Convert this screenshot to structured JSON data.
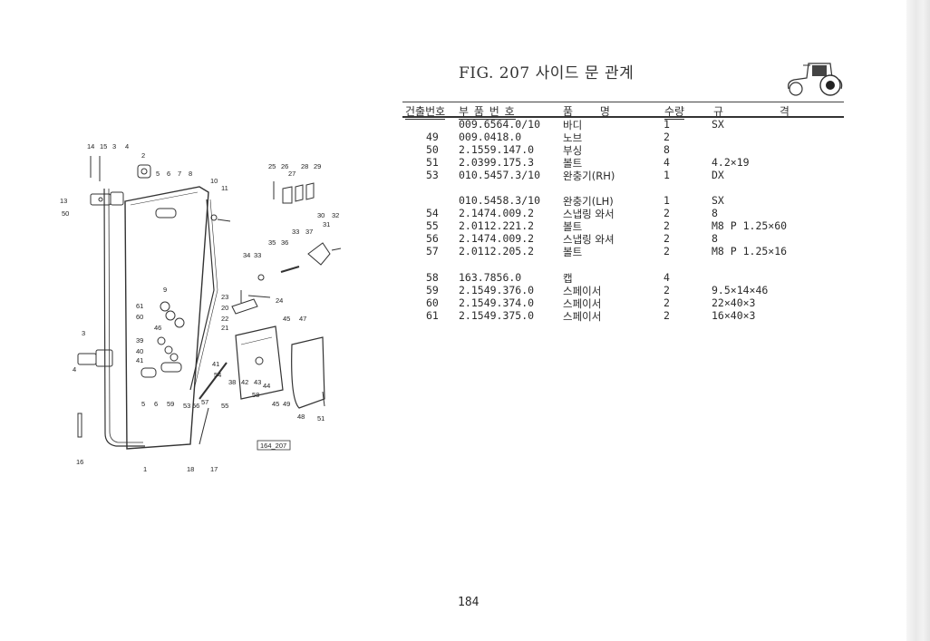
{
  "header": {
    "title": "FIG. 207 사이드 문 관계"
  },
  "table": {
    "columns": {
      "ref": "건출번호",
      "part": "부 품 번 호",
      "name": "품 명",
      "qty": "수량",
      "spec": "규 격"
    },
    "rows": [
      {
        "ref": "",
        "part": "009.6564.0/10",
        "name": "바디",
        "qty": "1",
        "spec": "SX"
      },
      {
        "ref": "49",
        "part": "009.0418.0",
        "name": "노브",
        "qty": "2",
        "spec": ""
      },
      {
        "ref": "50",
        "part": "2.1559.147.0",
        "name": "부싱",
        "qty": "8",
        "spec": ""
      },
      {
        "ref": "51",
        "part": "2.0399.175.3",
        "name": "볼트",
        "qty": "4",
        "spec": "4.2×19"
      },
      {
        "ref": "53",
        "part": "010.5457.3/10",
        "name": "완충기(RH)",
        "qty": "1",
        "spec": "DX"
      },
      {
        "ref": "",
        "part": "010.5458.3/10",
        "name": "완충기(LH)",
        "qty": "1",
        "spec": "SX"
      },
      {
        "ref": "54",
        "part": "2.1474.009.2",
        "name": "스냅링 와서",
        "qty": "2",
        "spec": "8"
      },
      {
        "ref": "55",
        "part": "2.0112.221.2",
        "name": "볼트",
        "qty": "2",
        "spec": "M8 P 1.25×60"
      },
      {
        "ref": "56",
        "part": "2.1474.009.2",
        "name": "스냅링 와셔",
        "qty": "2",
        "spec": "8"
      },
      {
        "ref": "57",
        "part": "2.0112.205.2",
        "name": "볼트",
        "qty": "2",
        "spec": "M8 P 1.25×16"
      },
      {
        "ref": "58",
        "part": "163.7856.0",
        "name": "캡",
        "qty": "4",
        "spec": ""
      },
      {
        "ref": "59",
        "part": "2.1549.376.0",
        "name": "스페이서",
        "qty": "2",
        "spec": "9.5×14×46"
      },
      {
        "ref": "60",
        "part": "2.1549.374.0",
        "name": "스페이서",
        "qty": "2",
        "spec": "22×40×3"
      },
      {
        "ref": "61",
        "part": "2.1549.375.0",
        "name": "스페이서",
        "qty": "2",
        "spec": "16×40×3"
      }
    ]
  },
  "diagram": {
    "code": "164_207",
    "callouts": [
      "14",
      "15",
      "3",
      "4",
      "2",
      "5",
      "6",
      "7",
      "8",
      "10",
      "11",
      "13",
      "50",
      "25",
      "26",
      "27",
      "28",
      "29",
      "30",
      "32",
      "31",
      "33",
      "36",
      "37",
      "34",
      "35",
      "9",
      "23",
      "24",
      "20",
      "22",
      "21",
      "61",
      "60",
      "46",
      "45",
      "47",
      "3",
      "39",
      "40",
      "41",
      "4",
      "41",
      "54",
      "38",
      "42",
      "43",
      "44",
      "58",
      "5",
      "6",
      "59",
      "53",
      "56",
      "57",
      "55",
      "45",
      "49",
      "48",
      "51",
      "16",
      "1",
      "18",
      "17"
    ]
  },
  "footer": {
    "page": "184"
  }
}
